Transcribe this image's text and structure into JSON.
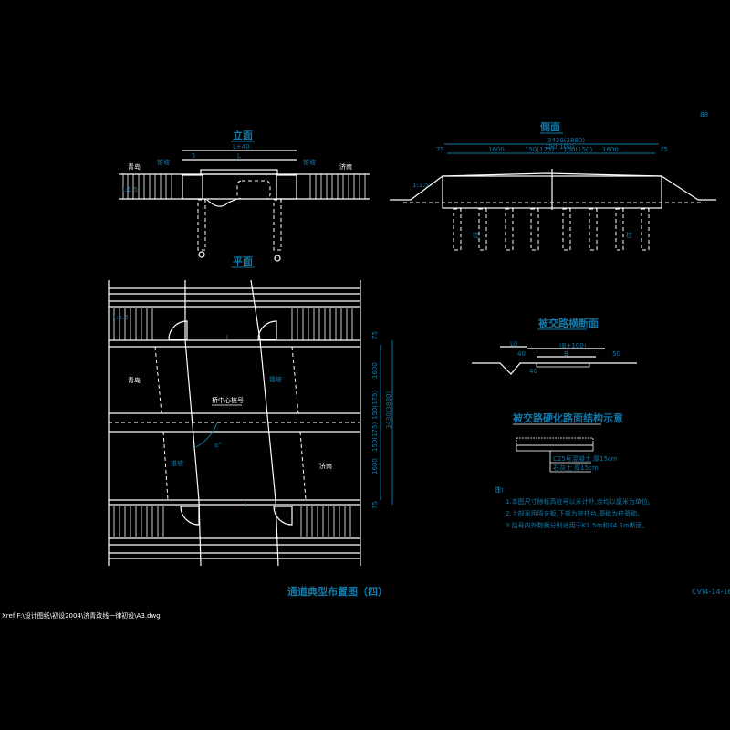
{
  "drawing": {
    "main_title": "通道典型布置图（四）",
    "drawing_number": "CVI4-14-16",
    "sheet_mark": "B8",
    "xref": "Xref F:\\设计图纸\\初设2004\\济青改线一律初设\\A3.dwg"
  },
  "elevation": {
    "title": "立面",
    "to_left": "青岛",
    "to_right": "济南",
    "slope_left": "锥坡",
    "slope_right": "锥坡",
    "dim_total": "L+40",
    "dim_mid": "L",
    "dim_side": "5",
    "slope_ratio": "1:1.5"
  },
  "side": {
    "title": "侧面",
    "dim_total": "3430(3880)",
    "dim_left": "1600",
    "dim_mid_a": "150(175)",
    "dim_mid_b": "150(100)",
    "dim_right_a": "100(150)",
    "dim_right": "1600",
    "dim_edge_l": "75",
    "dim_edge_r": "75",
    "pile_label": "桩",
    "slope": "1:1.5"
  },
  "plan": {
    "title": "平面",
    "to_left": "青岛",
    "to_right": "济南",
    "center_label": "桥中心桩号",
    "cone_label_top": "锥坡",
    "cone_label_bottom": "锥坡",
    "angle": "α°",
    "dim_top": "75",
    "dim_upper": "1600",
    "dim_median": "150(175)",
    "dim_lower": "150(175)",
    "dim_bottom_road": "1600",
    "dim_total": "3430(3880)",
    "dim_bottom": "75",
    "slope": "1:1.5",
    "section_mark": "I"
  },
  "cross_section": {
    "title": "被交路横断面",
    "dim_left": "L0",
    "dim_ditch": "40",
    "dim_road": "(B+100)",
    "dim_inner": "B",
    "dim_right": "50",
    "dim_depth": "40"
  },
  "pavement": {
    "title": "被交路硬化路面结构示意",
    "layer1": "C25号混凝土 厚15cm",
    "layer2": "石灰土 厚15cm"
  },
  "notes": {
    "heading": "注:",
    "items": [
      "1.本图尺寸除标高桩号以米计外,余均以厘米为单位。",
      "2.上部采用简支板,下部为桩柱台,基础为柱基础。",
      "3.括号内外数据分别适用于K1.5m和K4.5m断面。"
    ]
  },
  "colors": {
    "background": "#000000",
    "line": "#ffffff",
    "annotation": "#1178a8"
  }
}
